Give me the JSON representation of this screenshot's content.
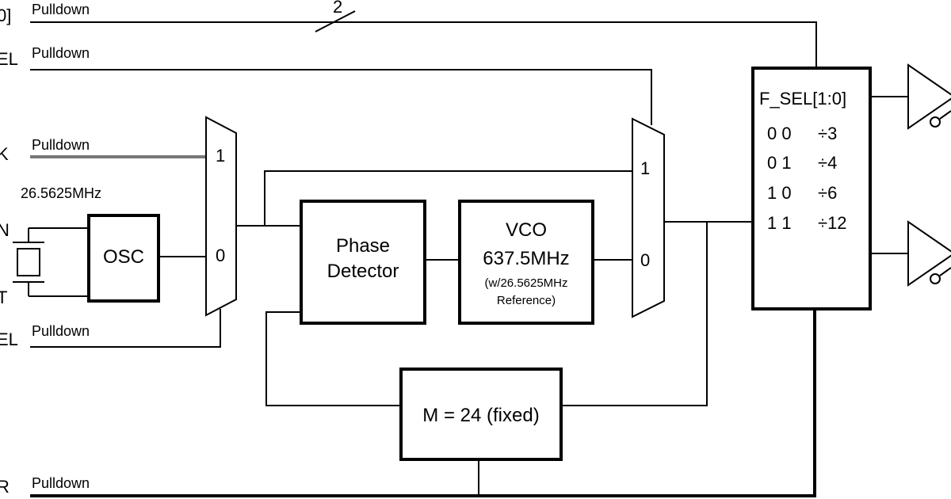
{
  "inputs": {
    "top_bus": {
      "edge_label": "0]",
      "pulldown": "Pulldown",
      "bus_width": "2"
    },
    "second": {
      "edge_label": "EL",
      "pulldown": "Pulldown"
    },
    "clk": {
      "edge_label": "K",
      "pulldown": "Pulldown"
    },
    "xtal_freq": "26.5625MHz",
    "xtal_in": "N",
    "xtal_out": "T",
    "sel": {
      "edge_label": "EL",
      "pulldown": "Pulldown"
    },
    "bottom": {
      "edge_label": "R",
      "pulldown": "Pulldown"
    }
  },
  "blocks": {
    "osc": "OSC",
    "mux1": {
      "in1": "1",
      "in0": "0"
    },
    "phase_detector": {
      "line1": "Phase",
      "line2": "Detector"
    },
    "vco": {
      "line1": "VCO",
      "line2": "637.5MHz",
      "line3": "(w/26.5625MHz",
      "line4": "Reference)"
    },
    "mux2": {
      "in1": "1",
      "in0": "0"
    },
    "feedback": "M = 24 (fixed)",
    "fsel": {
      "title": "F_SEL[1:0]",
      "rows": [
        {
          "code": "0 0",
          "div": "÷3"
        },
        {
          "code": "0 1",
          "div": "÷4"
        },
        {
          "code": "1 0",
          "div": "÷6"
        },
        {
          "code": "1 1",
          "div": "÷12"
        }
      ]
    }
  }
}
